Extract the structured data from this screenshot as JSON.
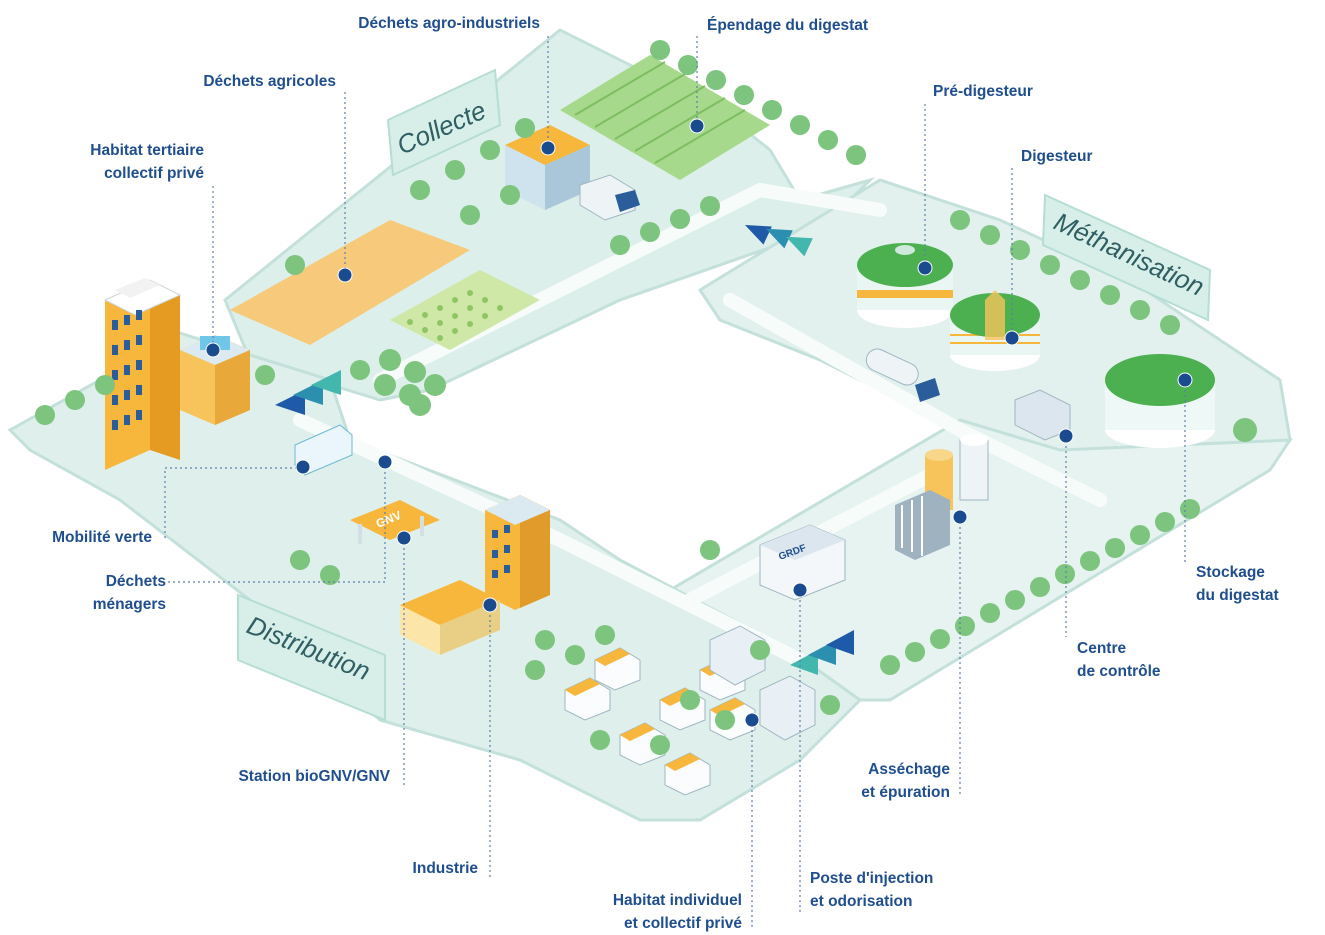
{
  "zones": {
    "collecte": "Collecte",
    "methanisation": "Méthanisation",
    "distribution": "Distribution"
  },
  "labels": {
    "dechets_agro_industriels": "Déchets agro-industriels",
    "epandage": "Épendage du digestat",
    "dechets_agricoles": "Déchets agricoles",
    "habitat_tertiaire_l1": "Habitat tertiaire",
    "habitat_tertiaire_l2": "collectif privé",
    "pre_digesteur": "Pré-digesteur",
    "digesteur": "Digesteur",
    "mobilite_verte": "Mobilité verte",
    "dechets_menagers_l1": "Déchets",
    "dechets_menagers_l2": "ménagers",
    "stockage_l1": "Stockage",
    "stockage_l2": "du digestat",
    "centre_controle_l1": "Centre",
    "centre_controle_l2": "de contrôle",
    "station_biognv": "Station bioGNV/GNV",
    "assechage_l1": "Asséchage",
    "assechage_l2": "et épuration",
    "industrie": "Industrie",
    "poste_injection_l1": "Poste d'injection",
    "poste_injection_l2": "et odorisation",
    "habitat_individuel_l1": "Habitat individuel",
    "habitat_individuel_l2": "et collectif privé"
  },
  "signage": {
    "gnv": "GNV",
    "grdf": "GRDF"
  },
  "colors": {
    "label": "#1f4e8f",
    "ground": "#e3f1ee",
    "ground_edge": "#c4e0da",
    "road": "#f5fbfa",
    "tree": "#7dc47e",
    "building_yellow": "#f6b73c",
    "tank_green": "#4caf50",
    "zone_sign": "#d8efe9",
    "dot": "#1b4b8f",
    "arrow": "#1e5aa8"
  }
}
